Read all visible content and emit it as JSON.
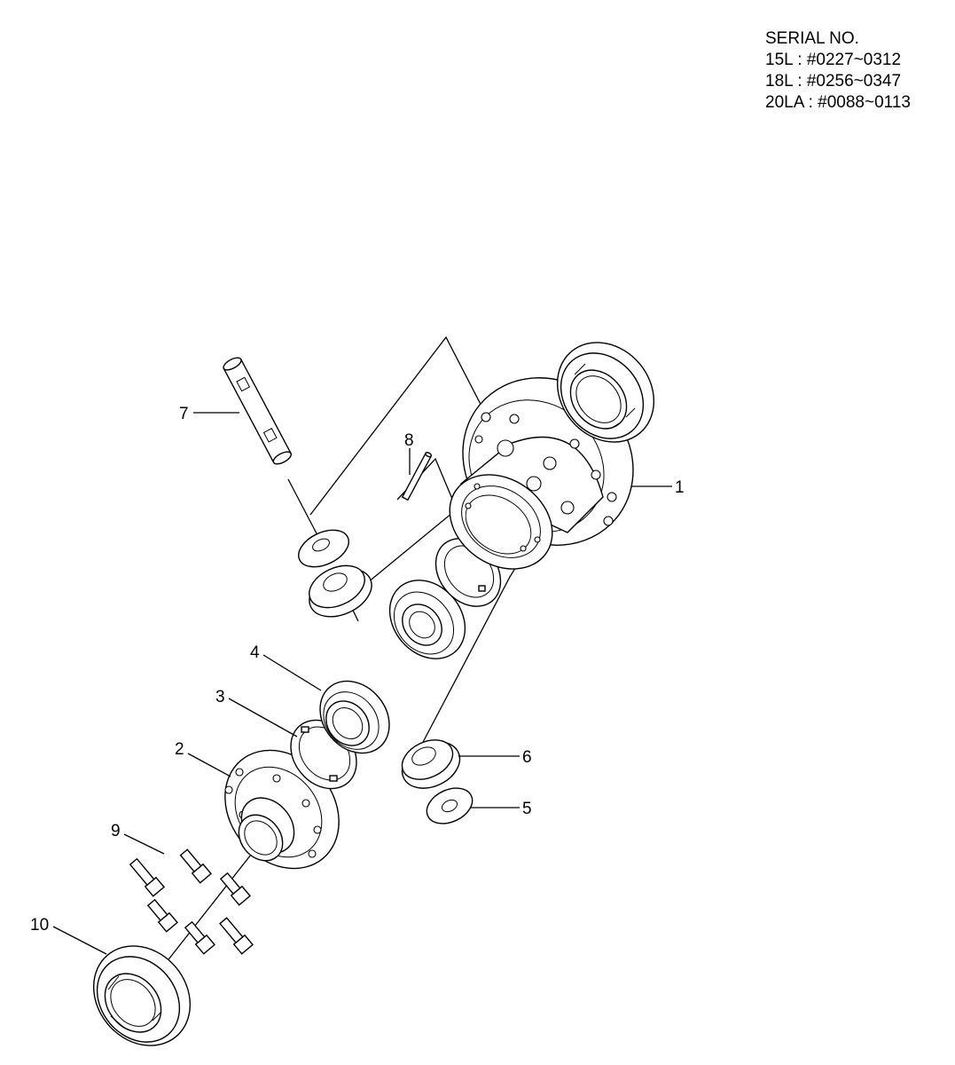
{
  "serial_block": {
    "heading": "SERIAL NO.",
    "lines": [
      "15L : #0227~0312",
      "18L : #0256~0347",
      "20LA : #0088~0113"
    ]
  },
  "callouts": [
    "1",
    "2",
    "3",
    "4",
    "5",
    "6",
    "7",
    "8",
    "9",
    "10"
  ]
}
